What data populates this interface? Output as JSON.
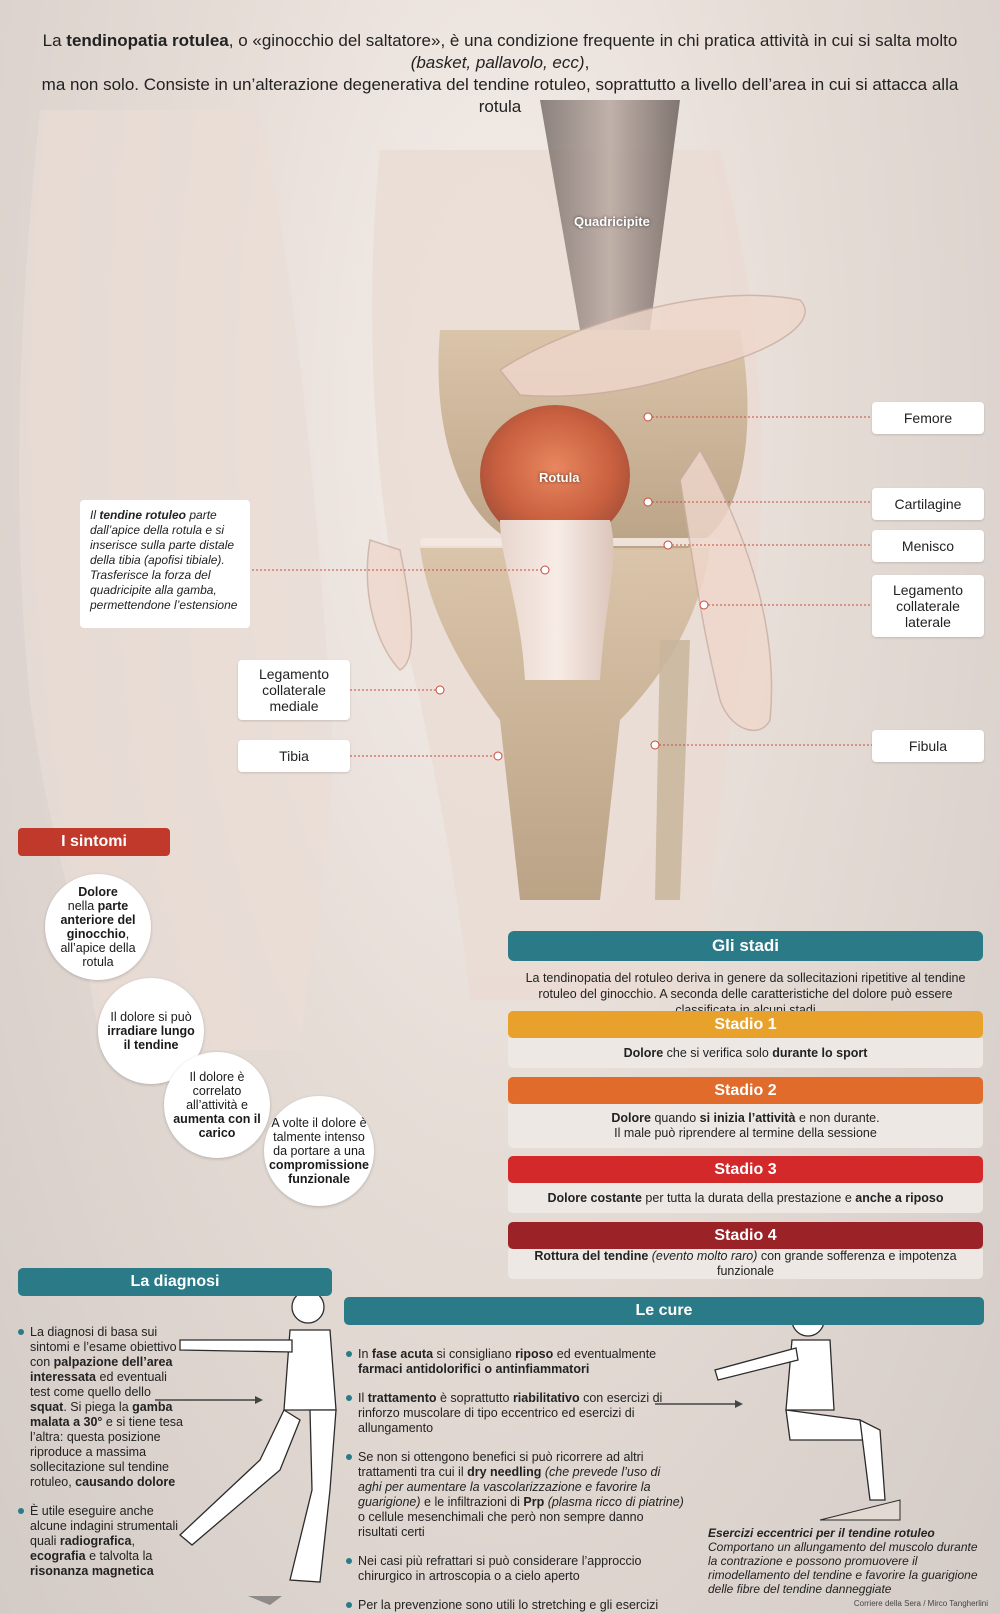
{
  "intro": {
    "p1_a": "La ",
    "p1_b": "tendinopatia rotulea",
    "p1_c": ", o «ginocchio del saltatore», è una condizione frequente in chi pratica attività in cui si salta molto ",
    "p1_d": "(basket, pallavolo, ecc)",
    "p1_e": ",",
    "p2": "ma non solo. Consiste in un’alterazione degenerativa del tendine rotuleo, soprattutto a livello dell’area in cui si attacca alla rotula"
  },
  "anatomy": {
    "quadricipite": "Quadricipite",
    "rotula": "Rotula",
    "femore": "Femore",
    "cartilagine": "Cartilagine",
    "menisco": "Menisco",
    "lcl": "Legamento collaterale laterale",
    "lcm": "Legamento collaterale mediale",
    "tibia": "Tibia",
    "fibula": "Fibula"
  },
  "tendon_box": {
    "a": "Il ",
    "b": "tendine rotuleo",
    "c": " parte dall’apice della rotula e si inserisce sulla parte distale della tibia (apofisi tibiale). Trasferisce la forza del quadricipite alla gamba, permettendone l’estensione"
  },
  "sintomi": {
    "title": "I sintomi",
    "b1": {
      "a": "Dolore",
      "b": "nella ",
      "c": "parte anteriore del ginocchio",
      "d": ", all’apice della rotula"
    },
    "b2": {
      "a": "Il dolore si può ",
      "b": "irradiare lungo il tendine"
    },
    "b3": {
      "a": "Il dolore è correlato all’attività e ",
      "b": "aumenta con il carico"
    },
    "b4": {
      "a": "A volte il dolore è talmente intenso da portare a una ",
      "b": "compromissione funzionale"
    }
  },
  "stadi": {
    "title": "Gli stadi",
    "desc": "La tendinopatia del rotuleo deriva in genere da sollecitazioni ripetitive al tendine rotuleo del ginocchio. A seconda delle caratteristiche del dolore può essere classificata in alcuni stadi",
    "s1": {
      "label": "Stadio 1",
      "a": "Dolore",
      "b": " che si verifica solo ",
      "c": "durante lo sport"
    },
    "s2": {
      "label": "Stadio 2",
      "a": "Dolore",
      "b": " quando ",
      "c": "si inizia l’attività",
      "d": " e non durante.",
      "e": "Il male può riprendere al termine della sessione"
    },
    "s3": {
      "label": "Stadio 3",
      "a": "Dolore costante",
      "b": " per tutta la durata della prestazione e ",
      "c": "anche a riposo"
    },
    "s4": {
      "label": "Stadio 4",
      "a": "Rottura del tendine",
      "b": " (evento molto raro)",
      "c": " con grande sofferenza e impotenza funzionale"
    },
    "colors": {
      "s1": "#e8a22c",
      "s2": "#e06b2a",
      "s3": "#d3292b",
      "s4": "#9b2226"
    }
  },
  "diagnosi": {
    "title": "La diagnosi",
    "b1": {
      "a": "La diagnosi di basa sui sintomi e l’esame obiettivo con ",
      "b": "palpazione dell’area interessata",
      "c": " ed eventuali test come quello dello ",
      "d": "squat",
      "e": ". Si piega la ",
      "f": "gamba malata a 30°",
      "g": " e si tiene tesa l’altra: questa posizione riproduce a massima sollecitazione sul tendine rotuleo, ",
      "h": "causando dolore"
    },
    "b2": {
      "a": "È utile eseguire anche alcune indagini strumentali quali ",
      "b": "radiografica",
      "c": ", ",
      "d": "ecografia",
      "e": " e talvolta la ",
      "f": "risonanza magnetica"
    }
  },
  "cure": {
    "title": "Le cure",
    "b1": {
      "a": "In ",
      "b": "fase acuta",
      "c": " si consigliano ",
      "d": "riposo",
      "e": " ed eventualmente ",
      "f": "farmaci antidolorifici o antinfiammatori"
    },
    "b2": {
      "a": "Il ",
      "b": "trattamento",
      "c": " è soprattutto ",
      "d": "riabilitativo",
      "e": " con esercizi di rinforzo muscolare di tipo eccentrico ed esercizi di allungamento"
    },
    "b3": {
      "a": "Se non si ottengono benefici si può ricorrere ad altri trattamenti tra cui il ",
      "b": "dry needling",
      "c": " (che prevede l’uso di aghi per aumentare la vascolarizzazione e favorire la guarigione)",
      "d": " e le infiltrazioni di ",
      "e": "Prp",
      "f": " (plasma ricco di piatrine)",
      "g": " o cellule mesenchimali che però non sempre danno risultati certi"
    },
    "b4": "Nei casi più refrattari si può considerare l’approccio chirurgico in artroscopia o a cielo aperto",
    "b5": "Per la prevenzione sono utili lo stretching e gli esercizi eccentrici"
  },
  "eccentrici": {
    "title": "Esercizi eccentrici per il tendine rotuleo",
    "body": "Comportano un allungamento del muscolo durante la contrazione e possono promuovere il rimodellamento del tendine e favorire la guarigione delle fibre del tendine danneggiate"
  },
  "credit": "Corriere della Sera / Mirco Tangherlini"
}
